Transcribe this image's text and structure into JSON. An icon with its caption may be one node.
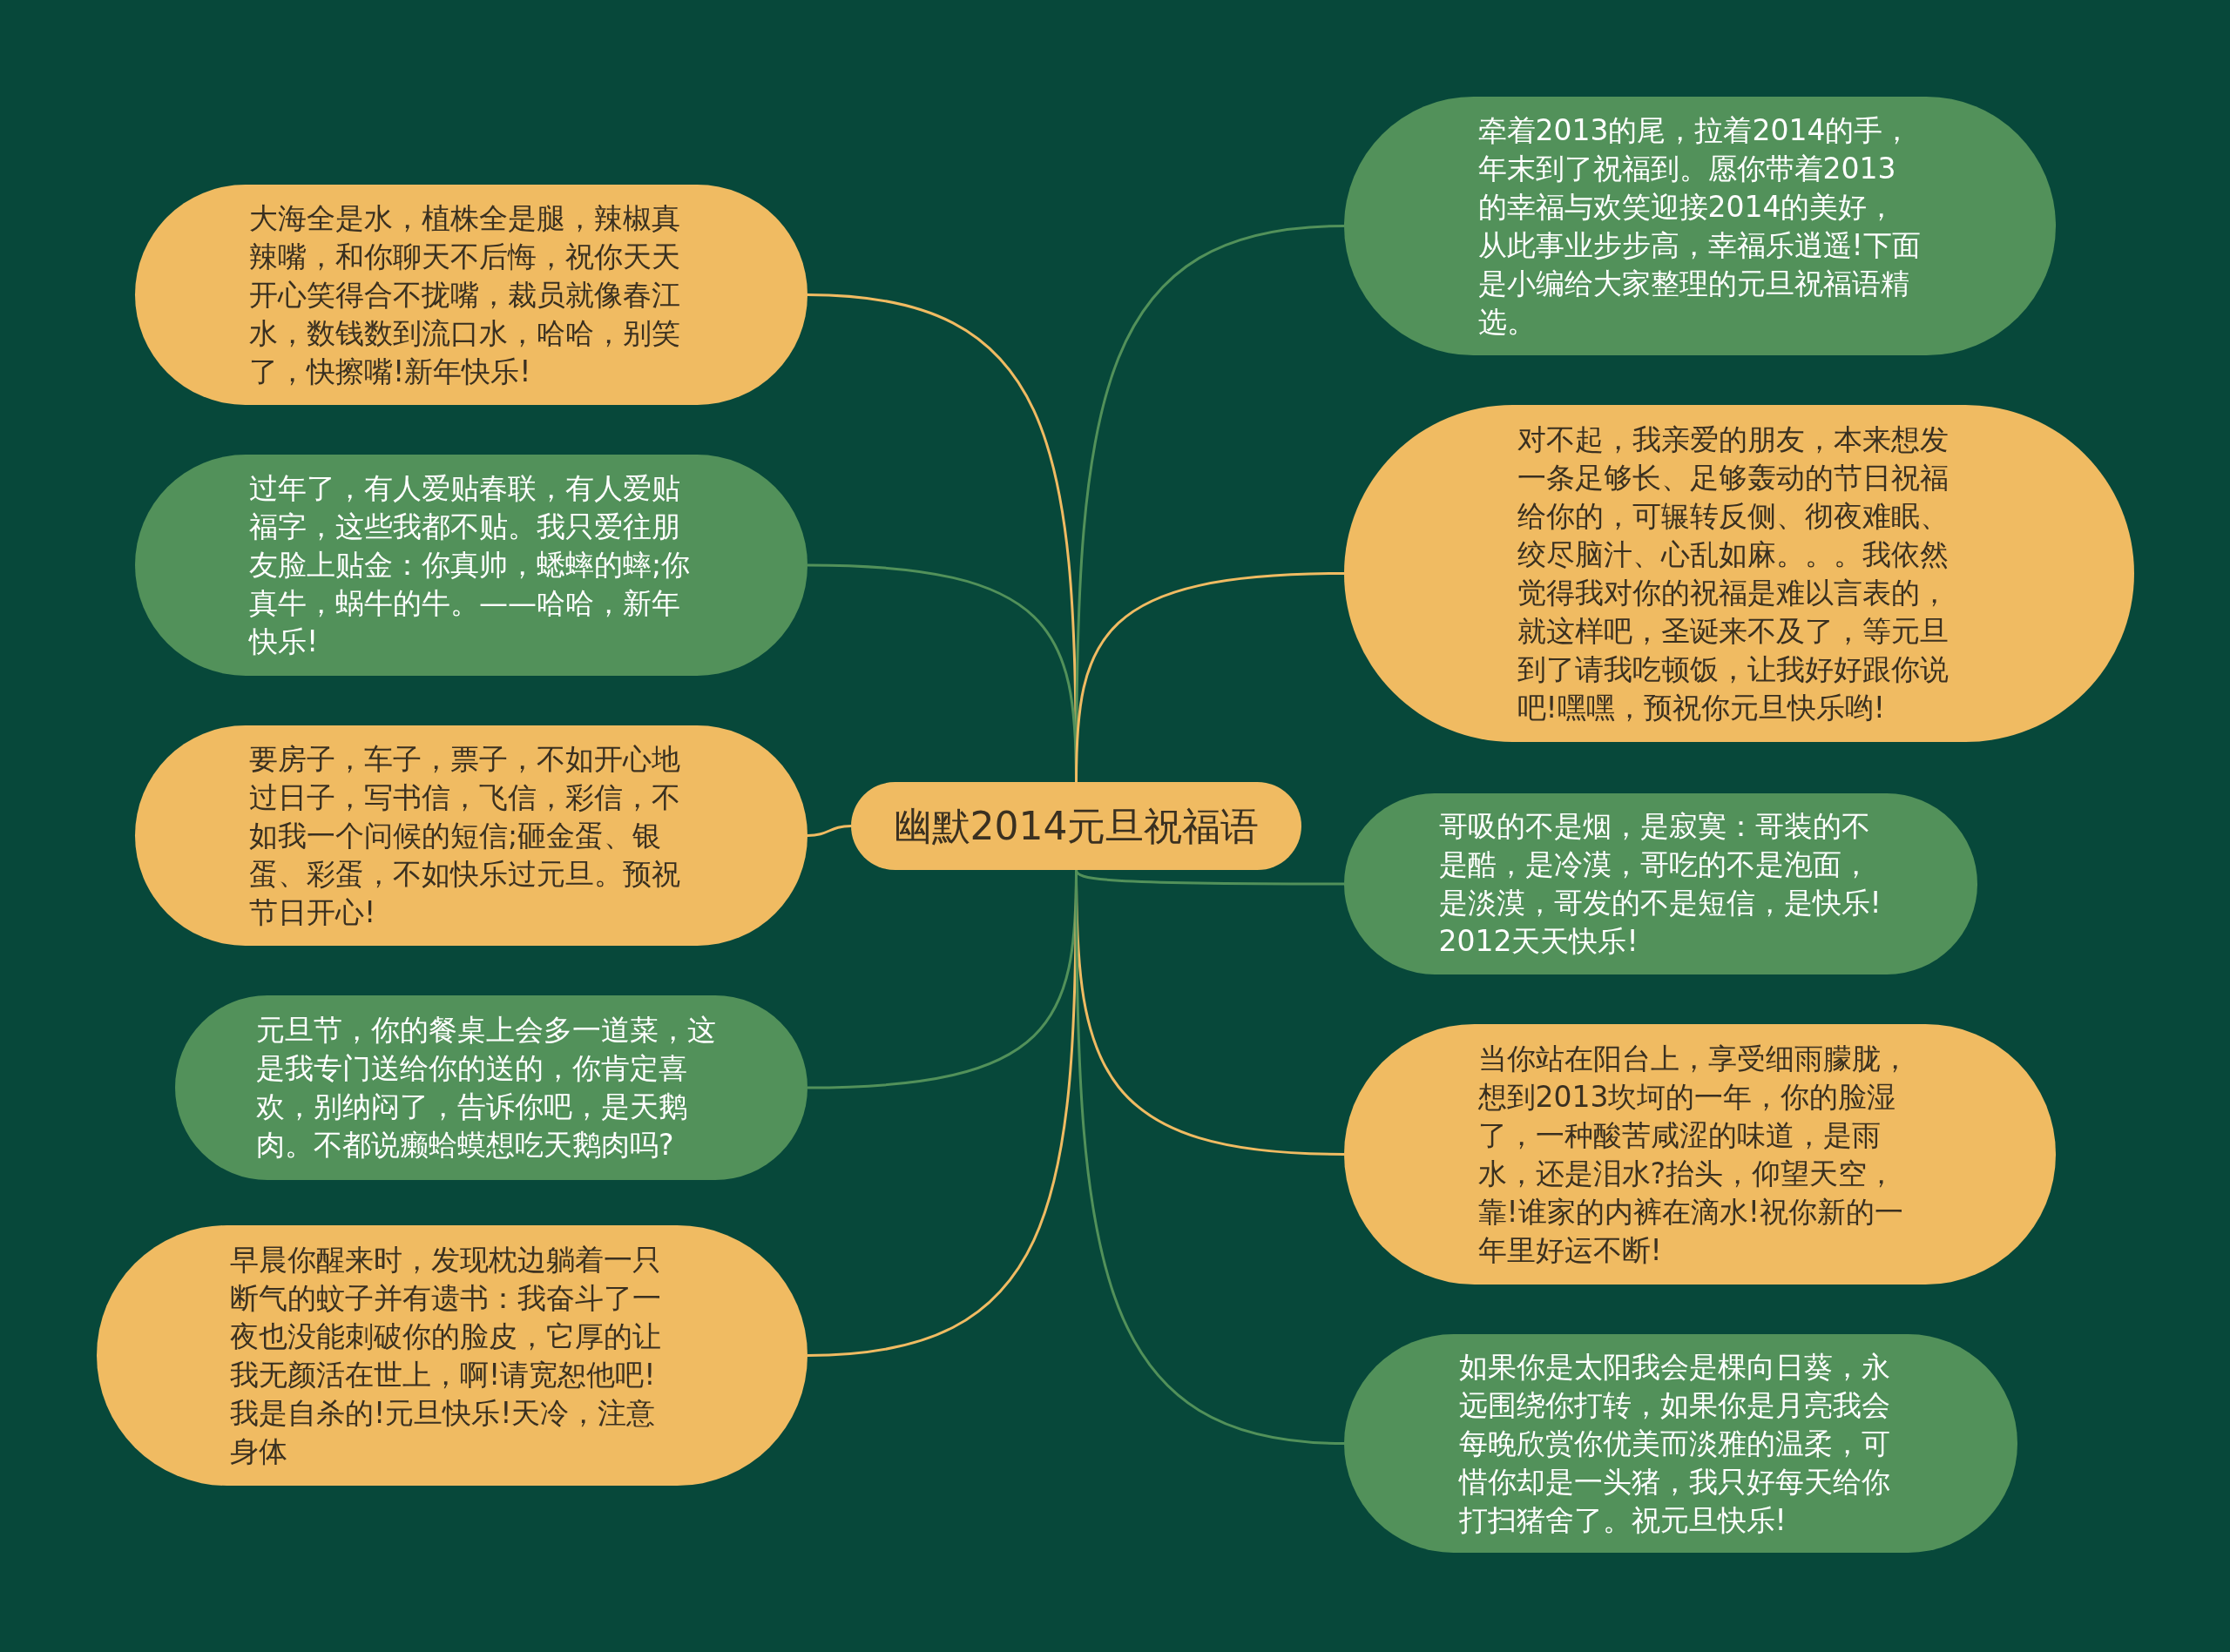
{
  "diagram": {
    "nodes": [
      {
        "text": [
          "幽默2014元旦祝福语"
        ]
      },
      {
        "text": [
          "大海全是水，植株全是腿，辣椒真辣嘴，和你聊天不后悔，祝你天天开心笑得合不拢嘴，裁员就像春江水，数钱数到流口水，哈哈，别笑了，快擦嘴!新年快乐!"
        ]
      },
      {
        "text": [
          "过年了，有人爱贴春联，有人爱贴福字，这些我都不贴。我只爱往朋友脸上贴金：你真帅，蟋蟀的蟀;你真牛，蜗牛的牛。——哈哈，新年快乐!"
        ]
      },
      {
        "text": [
          "要房子，车子，票子，不如开心地过日子，写书信，飞信，彩信，不如我一个问候的短信;砸金蛋、银蛋、彩蛋，不如快乐过元旦。预祝节日开心!"
        ]
      },
      {
        "text": [
          "元旦节，你的餐桌上会多一道菜，这是我专门送给你的送的，你肯定喜欢，别纳闷了，告诉你吧，是天鹅肉。不都说癞蛤蟆想吃天鹅肉吗?"
        ]
      },
      {
        "text": [
          "早晨你醒来时，发现枕边躺着一只断气的蚊子并有遗书：我奋斗了一夜也没能刺破你的脸皮，它厚的让我无颜活在世上，啊!请宽恕他吧!我是自杀的!元旦快乐!天冷，注意身体"
        ]
      },
      {
        "text": [
          "牵着2013的尾，拉着2014的手，年末到了祝福到。愿你带着2013的幸福与欢笑迎接2014的美好，从此事业步步高，幸福乐逍遥!下面是小编给大家整理的元旦祝福语精选。"
        ]
      },
      {
        "text": [
          "对不起，我亲爱的朋友，本来想发一条足够长、足够轰动的节日祝福给你的，可辗转反侧、彻夜难眠、绞尽脑汁、心乱如麻。。。我依然觉得我对你的祝福是难以言表的，就这样吧，圣诞来不及了，等元旦到了请我吃顿饭，让我好好跟你说吧!嘿嘿，预祝你元旦快乐哟!"
        ]
      },
      {
        "text": [
          "哥吸的不是烟，是寂寞：哥装的不是酷，是冷漠，哥吃的不是泡面，是淡漠，哥发的不是短信，是快乐!2012天天快乐!"
        ]
      },
      {
        "text": [
          "当你站在阳台上，享受细雨朦胧，想到2013坎坷的一年，你的脸湿了，一种酸苦咸涩的味道，是雨水，还是泪水?抬头，仰望天空，靠!谁家的内裤在滴水!祝你新的一年里好运不断!"
        ]
      },
      {
        "text": [
          "如果你是太阳我会是棵向日葵，永远围绕你打转，如果你是月亮我会每晚欣赏你优美而淡雅的温柔，可惜你却是一头猪，我只好每天给你打扫猪舍了。祝元旦快乐!"
        ]
      }
    ],
    "edges": [
      {
        "from": 0,
        "to": 1,
        "arrow": "none",
        "color": "#f0bb62"
      },
      {
        "from": 0,
        "to": 2,
        "arrow": "none",
        "color": "#52915a"
      },
      {
        "from": 0,
        "to": 3,
        "arrow": "none",
        "color": "#f0bb62"
      },
      {
        "from": 0,
        "to": 4,
        "arrow": "none",
        "color": "#52915a"
      },
      {
        "from": 0,
        "to": 5,
        "arrow": "none",
        "color": "#f0bb62"
      },
      {
        "from": 0,
        "to": 6,
        "arrow": "none",
        "color": "#52915a"
      },
      {
        "from": 0,
        "to": 7,
        "arrow": "none",
        "color": "#f0bb62"
      },
      {
        "from": 0,
        "to": 8,
        "arrow": "none",
        "color": "#52915a"
      },
      {
        "from": 0,
        "to": 9,
        "arrow": "none",
        "color": "#f0bb62"
      },
      {
        "from": 0,
        "to": 10,
        "arrow": "none",
        "color": "#52915a"
      }
    ]
  }
}
